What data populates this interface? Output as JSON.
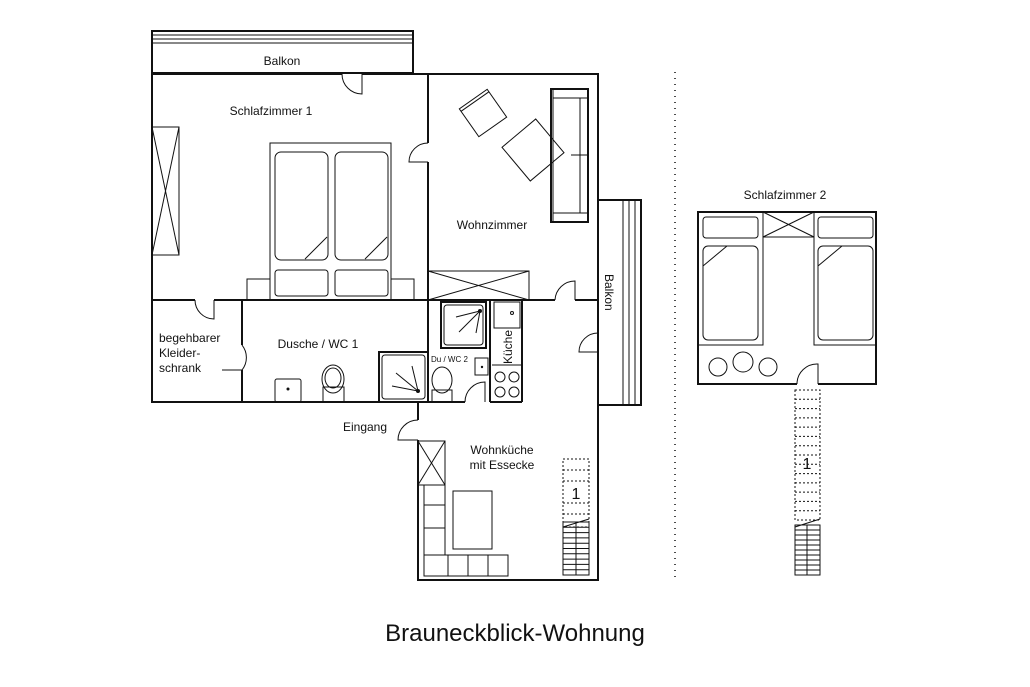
{
  "title": "Brauneckblick-Wohnung",
  "rooms": {
    "balkon_top": "Balkon",
    "schlafzimmer1": "Schlafzimmer 1",
    "wohnzimmer": "Wohnzimmer",
    "balkon_right": "Balkon",
    "kleiderschrank": [
      "begehbarer",
      "Kleider-",
      "schrank"
    ],
    "dusche_wc1": "Dusche / WC 1",
    "du_wc2": "Du / WC 2",
    "kueche": "Küche",
    "eingang": "Eingang",
    "wohnkueche": [
      "Wohnküche",
      "mit Essecke"
    ],
    "schlafzimmer2": "Schlafzimmer 2"
  },
  "stairs": {
    "floor_label_main": "1",
    "floor_label_side": "1"
  }
}
